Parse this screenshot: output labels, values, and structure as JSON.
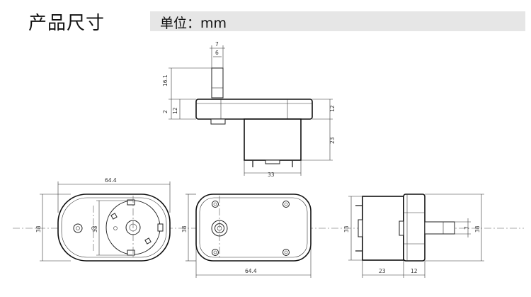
{
  "header": {
    "title": "产品尺寸",
    "unit_label": "单位：mm"
  },
  "dimensions": {
    "shaft_width": "7",
    "shaft_flat": "6",
    "shaft_length": "16.1",
    "flange_gap": "2",
    "gear_box_height": "12",
    "gear_box_height_right": "12",
    "motor_height": "23",
    "motor_width": "33",
    "front_width": "64.4",
    "front_height": "38",
    "front_center_height": "33",
    "back_height": "38",
    "back_width": "64.4",
    "side_motor_height": "33",
    "side_shaft": "7",
    "side_total_height": "38",
    "side_motor_length": "23",
    "side_gear_length": "12"
  },
  "colors": {
    "line": "#333333",
    "outline": "#111111",
    "header_bar": "#e6e6e6"
  }
}
